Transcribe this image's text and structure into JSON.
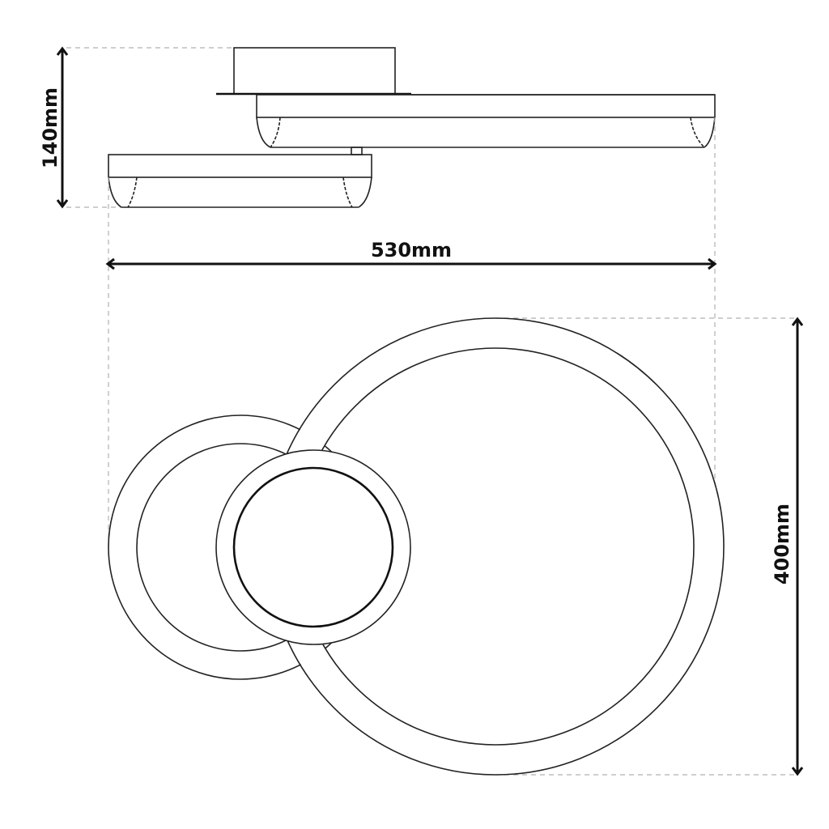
{
  "drawing": {
    "type": "technical dimension drawing",
    "views": [
      "side-view",
      "top-view"
    ],
    "colors": {
      "line": "#222222",
      "guide_dash": "#b0b0b0",
      "background": "#ffffff"
    }
  },
  "dimensions": {
    "height": {
      "label": "140mm",
      "value": 140,
      "unit": "mm",
      "orientation": "vertical"
    },
    "width": {
      "label": "530mm",
      "value": 530,
      "unit": "mm",
      "orientation": "horizontal"
    },
    "depth": {
      "label": "400mm",
      "value": 400,
      "unit": "mm",
      "orientation": "vertical"
    }
  }
}
